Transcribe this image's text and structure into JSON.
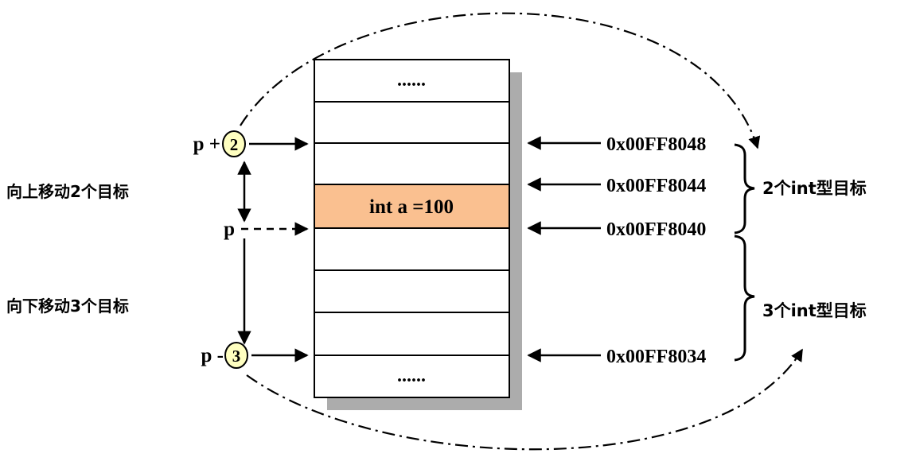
{
  "diagram": {
    "table": {
      "ellipsis_top": "......",
      "cell_value": "int a =100",
      "ellipsis_bottom": "......"
    },
    "pointers": {
      "p_plus_label": "p +",
      "p_plus_offset": "2",
      "p_label": "p",
      "p_minus_label": "p -",
      "p_minus_offset": "3"
    },
    "addresses": {
      "a1": "0x00FF8048",
      "a2": "0x00FF8044",
      "a3": "0x00FF8040",
      "a4": "0x00FF8034"
    },
    "labels": {
      "move_up": "向上移动2个目标",
      "move_down": "向下移动3个目标",
      "group_two": "2个int型目标",
      "group_three": "3个int型目标"
    },
    "colors": {
      "highlight": "#FAC090",
      "badge": "#FFFFC0",
      "shadow": "#ACACAC"
    }
  }
}
